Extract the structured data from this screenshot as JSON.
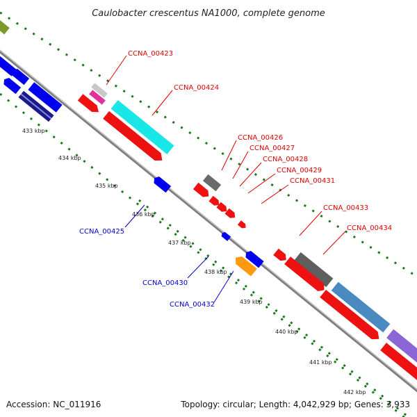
{
  "title": "Caulobacter crescentus NA1000, complete genome",
  "footer": {
    "accession": "Accession: NC_011916",
    "summary": "Topology: circular; Length: 4,042,929 bp; Genes: 3,933"
  },
  "colors": {
    "forward_label": "#dd0000",
    "reverse_label": "#0000cc",
    "backbone": "#8a8a8a",
    "tick_ring": "#1a7a1a"
  },
  "ticks": [
    "433 kbp",
    "434 kbp",
    "435 kbp",
    "436 kbp",
    "437 kbp",
    "438 kbp",
    "439 kbp",
    "440 kbp",
    "441 kbp",
    "442 kbp"
  ],
  "forward_labels": [
    "CCNA_00423",
    "CCNA_00424",
    "CCNA_00426",
    "CCNA_00427",
    "CCNA_00428",
    "CCNA_00429",
    "CCNA_00431",
    "CCNA_00433",
    "CCNA_00434"
  ],
  "reverse_labels": [
    "CCNA_00425",
    "CCNA_00430",
    "CCNA_00432"
  ]
}
